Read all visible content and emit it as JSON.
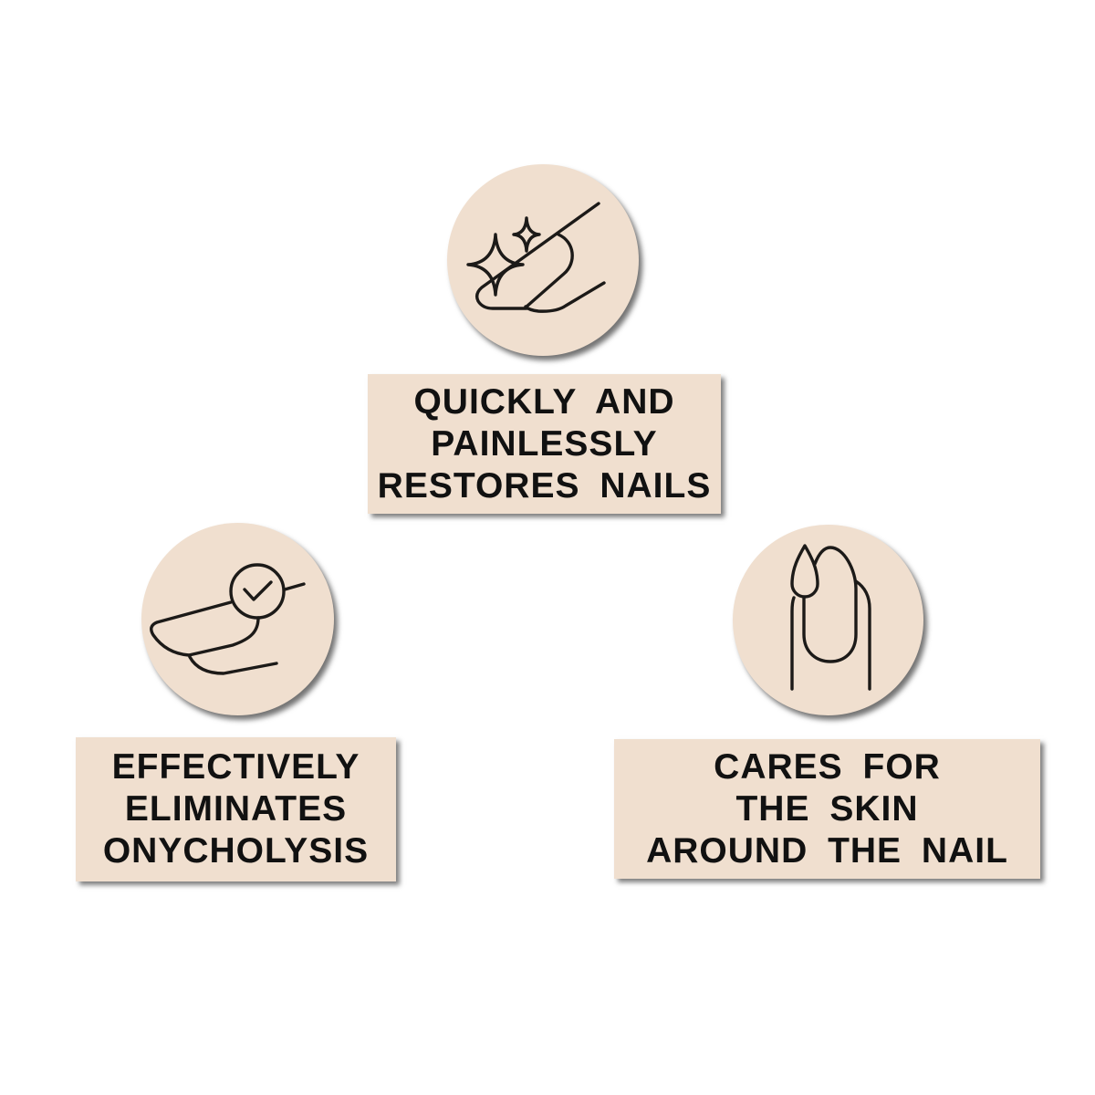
{
  "colors": {
    "badge": "#f0dfcf",
    "text": "#111111",
    "icon_stroke": "#1c1a18"
  },
  "features": [
    {
      "icon": "sparkling-nail-icon",
      "lines": [
        "QUICKLY AND",
        "PAINLESSLY",
        "RESTORES NAILS"
      ]
    },
    {
      "icon": "nail-check-icon",
      "lines": [
        "EFFECTIVELY",
        "ELIMINATES",
        "ONYCHOLYSIS"
      ]
    },
    {
      "icon": "nail-drop-icon",
      "lines": [
        "CARES FOR",
        "THE SKIN",
        "AROUND THE NAIL"
      ]
    }
  ]
}
